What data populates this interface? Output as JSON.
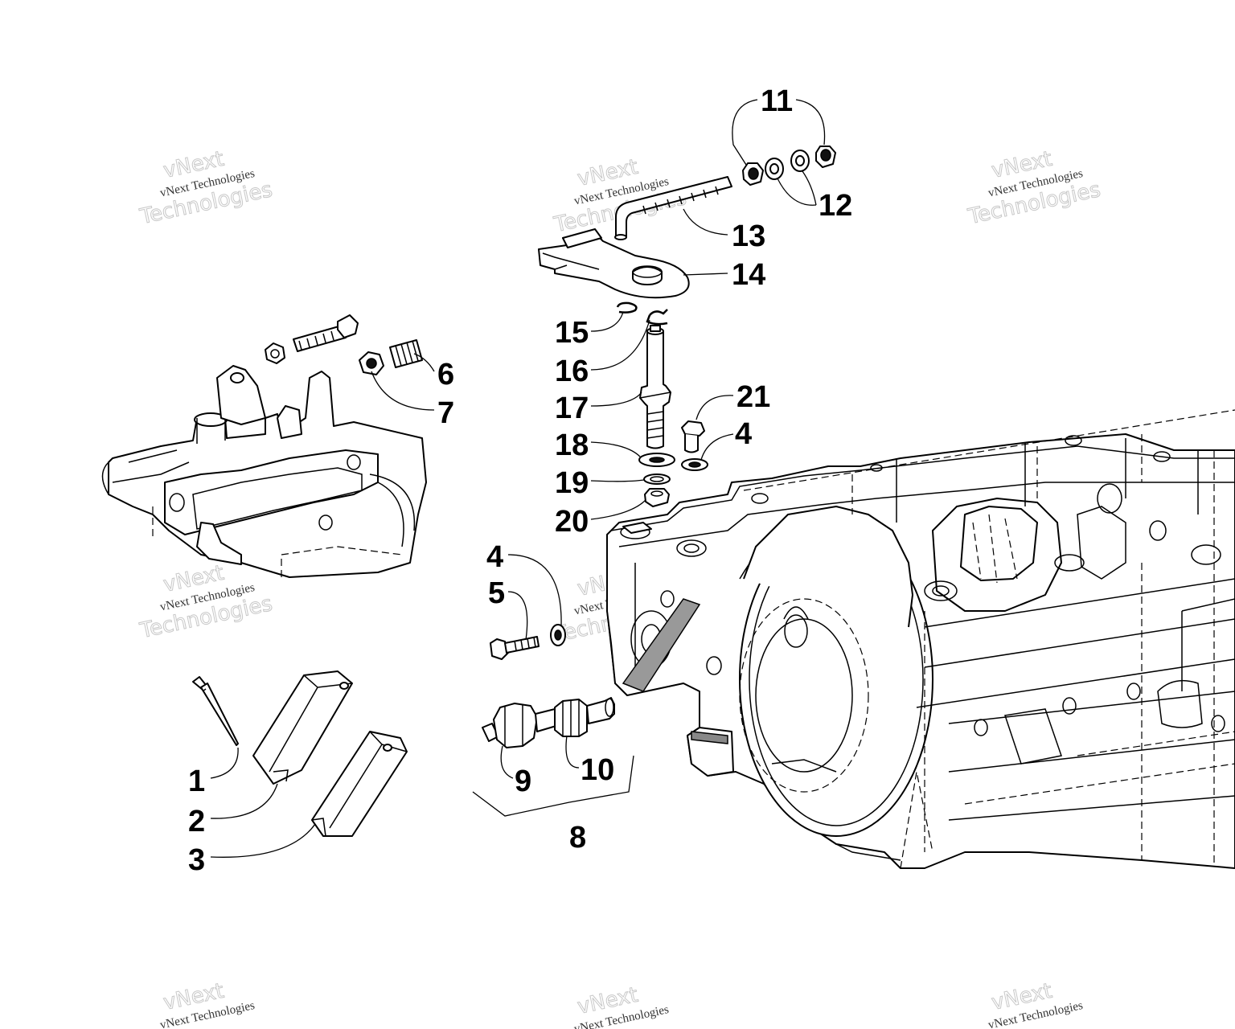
{
  "watermark": {
    "line1": "vNext",
    "line2": "vNext Technologies",
    "line3": "Technologies"
  },
  "callouts": [
    {
      "id": "c1",
      "text": "1"
    },
    {
      "id": "c2",
      "text": "2"
    },
    {
      "id": "c3",
      "text": "3"
    },
    {
      "id": "c4a",
      "text": "4"
    },
    {
      "id": "c4b",
      "text": "4"
    },
    {
      "id": "c5",
      "text": "5"
    },
    {
      "id": "c6",
      "text": "6"
    },
    {
      "id": "c7",
      "text": "7"
    },
    {
      "id": "c8",
      "text": "8"
    },
    {
      "id": "c9",
      "text": "9"
    },
    {
      "id": "c10",
      "text": "10"
    },
    {
      "id": "c11",
      "text": "11"
    },
    {
      "id": "c12",
      "text": "12"
    },
    {
      "id": "c13",
      "text": "13"
    },
    {
      "id": "c14",
      "text": "14"
    },
    {
      "id": "c15",
      "text": "15"
    },
    {
      "id": "c16",
      "text": "16"
    },
    {
      "id": "c17",
      "text": "17"
    },
    {
      "id": "c18",
      "text": "18"
    },
    {
      "id": "c19",
      "text": "19"
    },
    {
      "id": "c20",
      "text": "20"
    },
    {
      "id": "c21",
      "text": "21"
    }
  ]
}
